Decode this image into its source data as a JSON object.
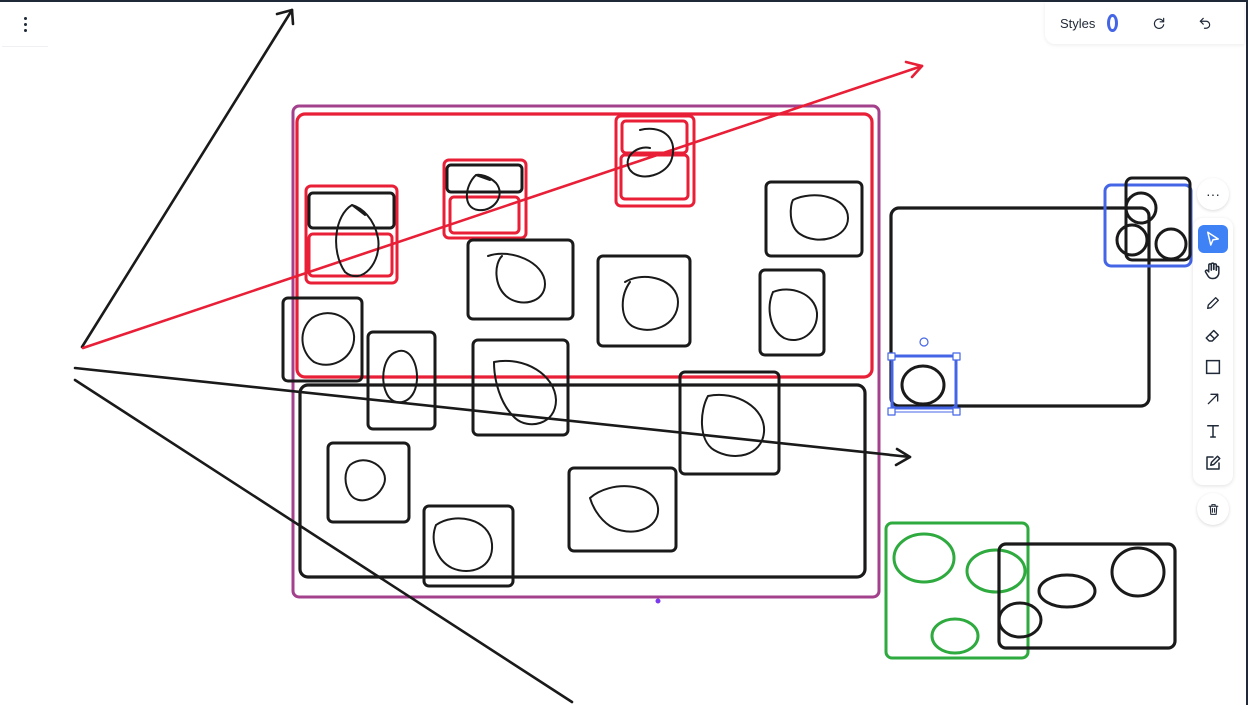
{
  "header": {
    "menu_icon": "more-vertical-icon"
  },
  "styles_panel": {
    "label": "Styles",
    "swatch_color": "#4466e6",
    "redo_icon": "redo-icon",
    "undo_icon": "undo-icon"
  },
  "toolbar": {
    "more_label": "···",
    "tools": [
      {
        "name": "select",
        "icon": "cursor-icon",
        "active": true
      },
      {
        "name": "hand",
        "icon": "hand-icon",
        "active": false
      },
      {
        "name": "pencil",
        "icon": "pencil-icon",
        "active": false
      },
      {
        "name": "eraser",
        "icon": "eraser-icon",
        "active": false
      },
      {
        "name": "rectangle",
        "icon": "square-icon",
        "active": false
      },
      {
        "name": "arrow",
        "icon": "arrow-icon",
        "active": false
      },
      {
        "name": "text",
        "icon": "text-icon",
        "active": false
      },
      {
        "name": "note",
        "icon": "note-edit-icon",
        "active": false
      }
    ],
    "delete_icon": "trash-icon",
    "active_color": "#3f82f6"
  },
  "canvas": {
    "stroke_colors": {
      "black": "#1a1a1a",
      "red": "#e81f36",
      "purple": "#a3418c",
      "blue": "#4466e6",
      "green": "#2eaa3f"
    }
  }
}
